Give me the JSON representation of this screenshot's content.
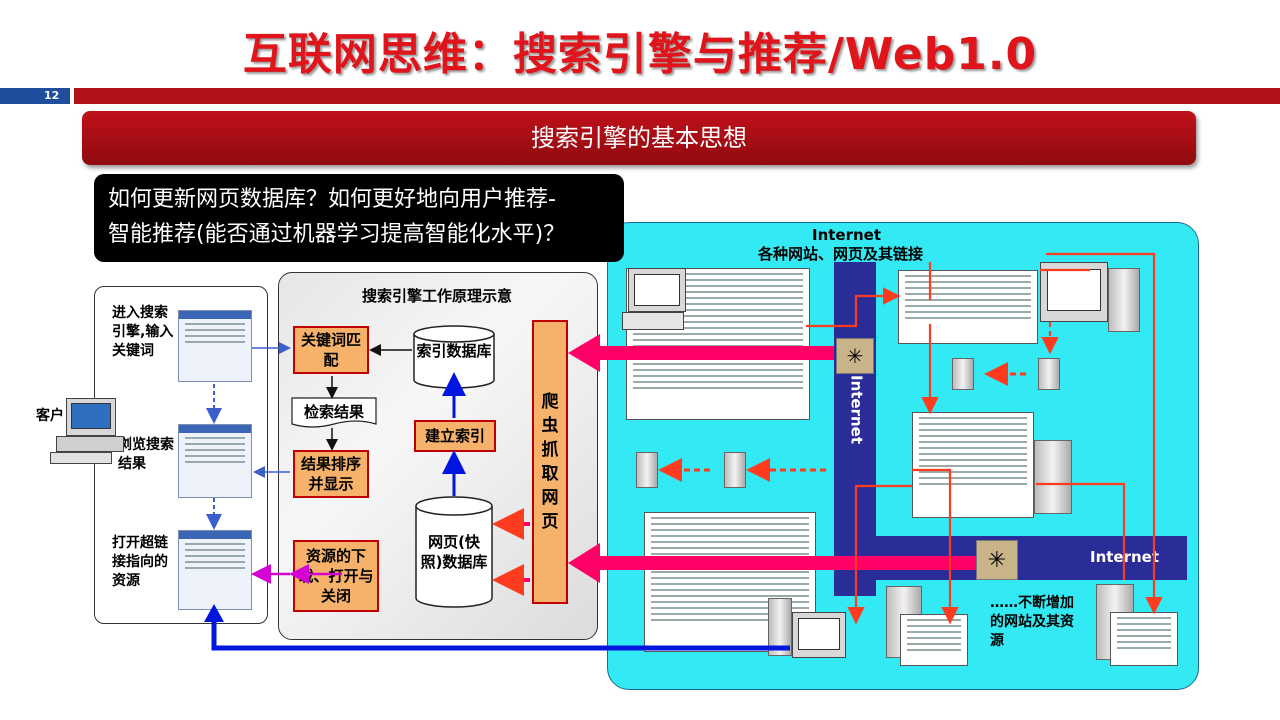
{
  "slide": {
    "title": "互联网思维：搜索引擎与推荐/Web1.0",
    "page_number": "12",
    "banner": "搜索引擎的基本思想"
  },
  "question": {
    "line1": "如何更新网页数据库？如何更好地向用户推荐-",
    "line2": "智能推荐(能否通过机器学习提高智能化水平)？"
  },
  "client": {
    "label": "客户",
    "steps": [
      "进入搜索引擎,输入关键词",
      "浏览搜索结果",
      "打开超链接指向的资源"
    ]
  },
  "engine": {
    "title": "搜索引擎工作原理示意",
    "keyword_match": "关键词匹配",
    "search_results": "检索结果",
    "sort_display": "结果排序并显示",
    "download_open": "资源的下载、打开与关闭",
    "index_db": "索引数据库",
    "build_index": "建立索引",
    "page_db": "网页(快照)数据库",
    "crawler": "爬虫抓取网页"
  },
  "internet": {
    "header_en": "Internet",
    "header_cn": "各种网站、网页及其链接",
    "vertical_label": "Internet",
    "horizontal_label": "Internet",
    "growing": "……不断增加的网站及其资源"
  },
  "colors": {
    "title_red": "#e0141b",
    "banner_red": "#b2121a",
    "accent_blue": "#1f4f9c",
    "internet_bg": "#33eaf4",
    "box_orange": "#f6b26b",
    "arrow_pink": "#ff0066",
    "arrow_magenta": "#d400d4",
    "arrow_blue": "#0016e0",
    "link_red": "#ff3b1f"
  }
}
